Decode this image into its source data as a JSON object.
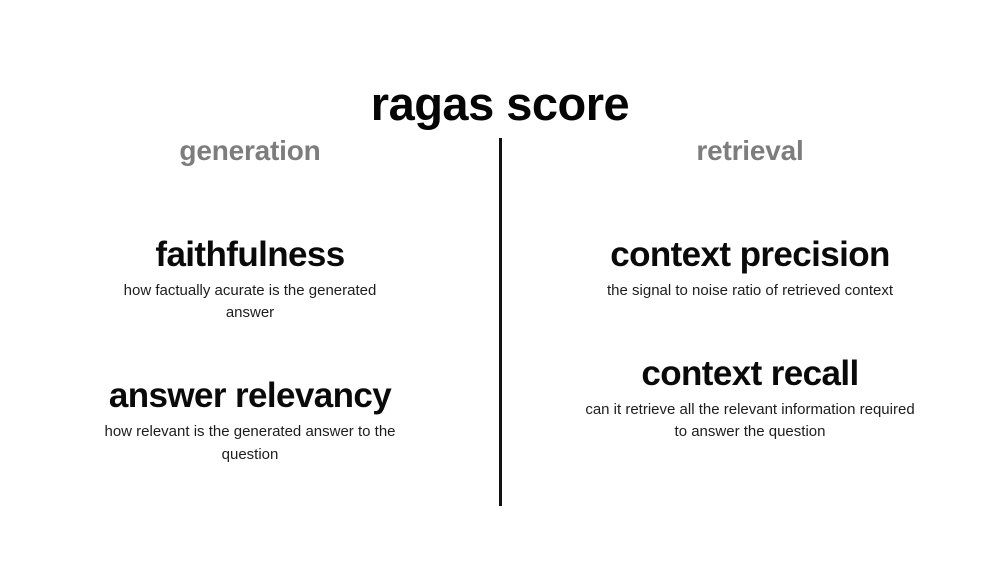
{
  "slide": {
    "title": "ragas score",
    "background_color": "#ffffff",
    "title_color": "#050505",
    "header_color": "#7d7d7d",
    "divider_color": "#111111"
  },
  "columns": [
    {
      "id": "generation",
      "header": "generation",
      "metrics": [
        {
          "name": "faithfulness",
          "description": "how factually acurate is the generated answer"
        },
        {
          "name": "answer relevancy",
          "description": "how relevant is the generated answer to the question"
        }
      ]
    },
    {
      "id": "retrieval",
      "header": "retrieval",
      "metrics": [
        {
          "name": "context precision",
          "description": "the signal to noise ratio of retrieved context"
        },
        {
          "name": "context recall",
          "description": "can it retrieve all the relevant information required to answer the question"
        }
      ]
    }
  ]
}
